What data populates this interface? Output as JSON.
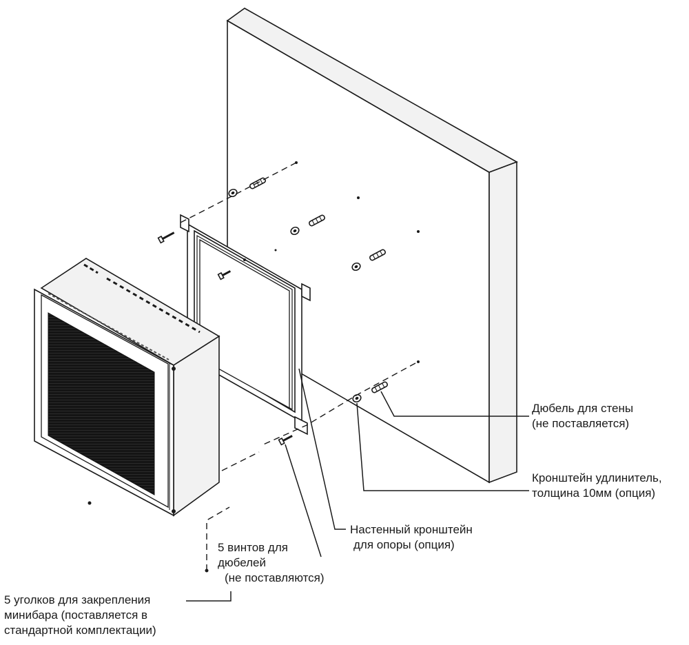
{
  "labels": {
    "wall_anchor": {
      "line1": "Дюбель для стены",
      "line2": "(не поставляется)"
    },
    "extension_bracket": {
      "line1": "Кронштейн удлинитель,",
      "line2": "толщина 10мм (опция)"
    },
    "wall_bracket": {
      "line1": "Настенный кронштейн",
      "line2": "для опоры (опция)"
    },
    "anchor_screws": {
      "line1": "5 винтов для",
      "line2": "дюбелей",
      "line3": "(не поставляются)"
    },
    "corners": {
      "line1": "5 уголков для закрепления",
      "line2": "минибара (поставляется в",
      "line3": "стандартной комплектации)"
    }
  }
}
